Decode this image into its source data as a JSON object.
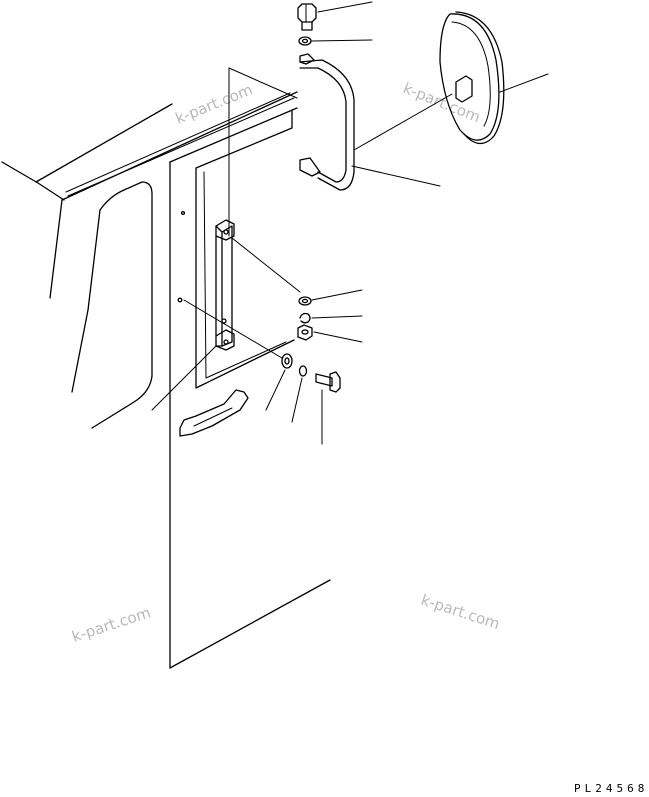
{
  "drawing_code": "PL24568",
  "watermarks": [
    "k-part.com",
    "k-part.com",
    "k-part.com",
    "k-part.com"
  ]
}
